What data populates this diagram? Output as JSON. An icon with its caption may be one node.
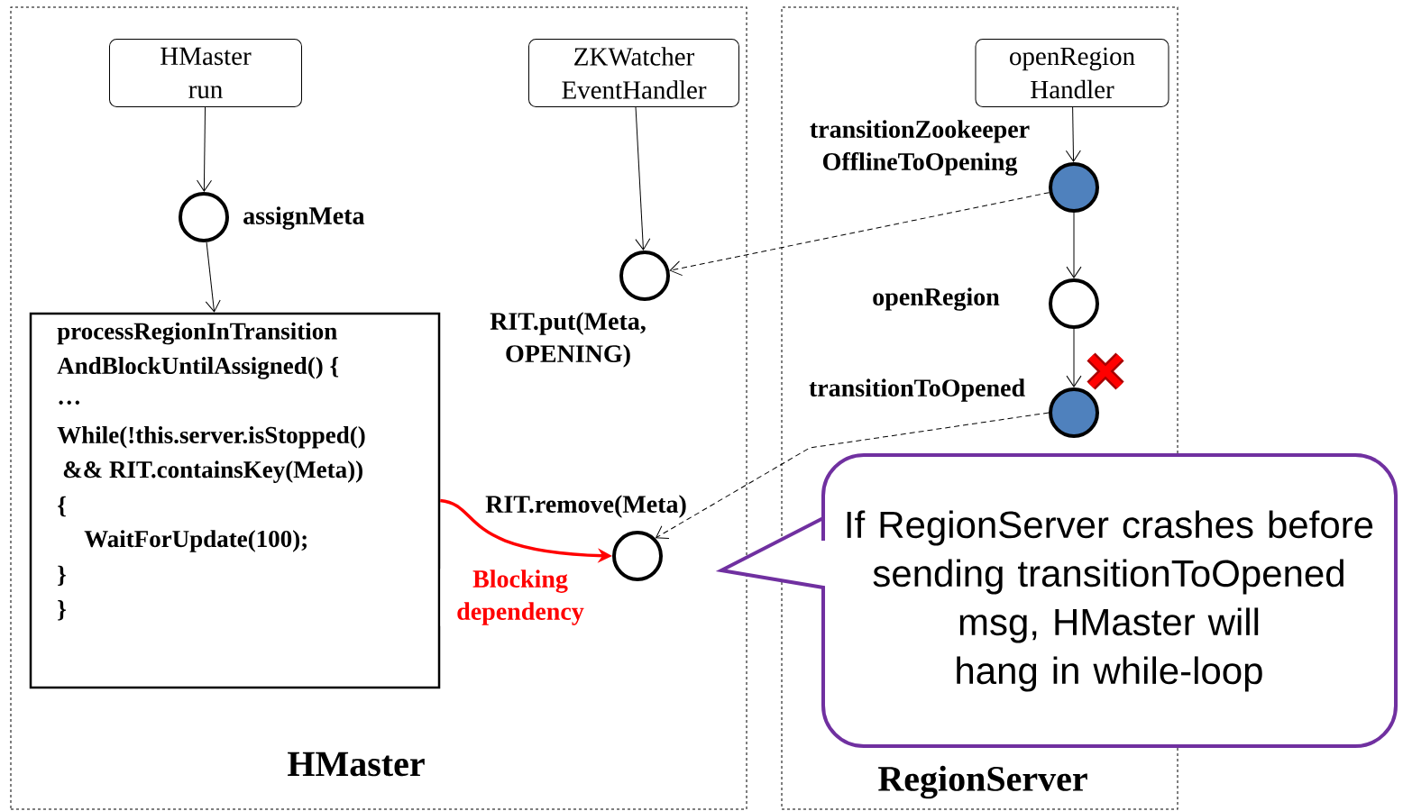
{
  "diagram": {
    "nodes": [
      {
        "text": [
          "HMaster"
        ]
      },
      {
        "text": [
          "RegionServer"
        ]
      },
      {
        "text": [
          "HMaster run"
        ],
        "in": 0
      },
      {
        "text": [
          "ZKWatcher EventHandler"
        ],
        "in": 0
      },
      {
        "text": [],
        "shape": "circle",
        "beside": [
          "assignMeta"
        ],
        "in": 0
      },
      {
        "text": [
          "processRegionInTransition",
          "AndBlockUntilAssigned() {",
          "…",
          "While(!this.server.isStopped()",
          "&& RIT.containsKey(Meta))",
          "{",
          "WaitForUpdate(100);",
          "}",
          "}"
        ],
        "in": 0
      },
      {
        "text": [],
        "shape": "circle",
        "beside": [
          "RIT.put(Meta, OPENING)"
        ],
        "in": 0
      },
      {
        "text": [],
        "shape": "circle",
        "beside": [
          "RIT.remove(Meta)"
        ],
        "in": 0
      },
      {
        "text": [
          "openRegion Handler"
        ],
        "in": 1
      },
      {
        "text": [],
        "shape": "circle",
        "beside": [
          "transitionZookeeper OfflineToOpening"
        ],
        "in": 1
      },
      {
        "text": [],
        "shape": "circle",
        "beside": [
          "openRegion"
        ],
        "in": 1
      },
      {
        "text": [],
        "shape": "circle",
        "beside": [
          "transitionToOpened"
        ],
        "in": 1
      },
      {
        "text": [
          "If RegionServer crashes before sending transitionToOpened msg, HMaster will hang in while-loop"
        ]
      }
    ],
    "edges": [
      {
        "from": 2,
        "to": 4,
        "arrow": "to"
      },
      {
        "from": 4,
        "to": 5,
        "arrow": "to"
      },
      {
        "from": 3,
        "to": 6,
        "arrow": "to"
      },
      {
        "from": 9,
        "to": 6,
        "arrow": "to",
        "style": "dashed"
      },
      {
        "from": 8,
        "to": 9,
        "arrow": "to"
      },
      {
        "from": 9,
        "to": 10,
        "arrow": "to"
      },
      {
        "from": 10,
        "to": 11,
        "arrow": "to"
      },
      {
        "from": 11,
        "to": 7,
        "arrow": "to",
        "style": "dashed"
      },
      {
        "from": 5,
        "to": 7,
        "arrow": "to",
        "style": "thick",
        "color": "#ff0000",
        "label": "Blocking dependency"
      }
    ]
  }
}
